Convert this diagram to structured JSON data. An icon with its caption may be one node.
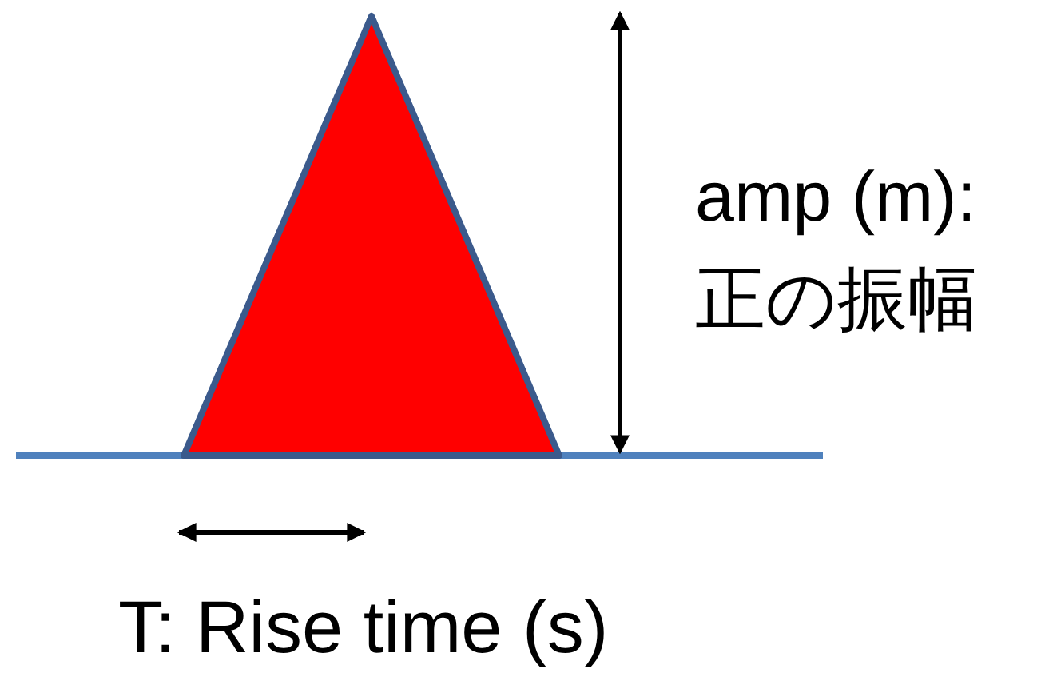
{
  "diagram": {
    "nodes": [
      {
        "text": [],
        "shape": "triangle"
      }
    ],
    "labels": [
      "amp (m): 正の振幅",
      "T: Rise time (s)"
    ]
  }
}
